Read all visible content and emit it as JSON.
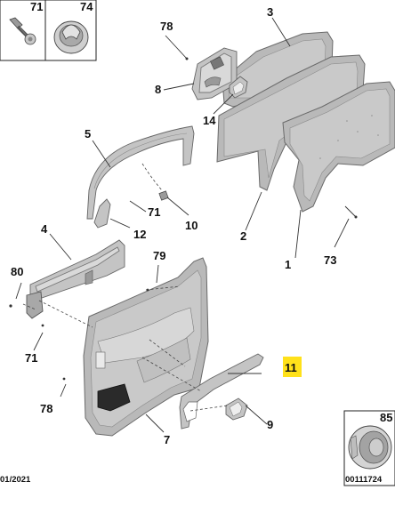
{
  "callouts": {
    "c71a": "71",
    "c74": "74",
    "c78a": "78",
    "c3": "3",
    "c8": "8",
    "c14": "14",
    "c5": "5",
    "c71b": "71",
    "c12": "12",
    "c10": "10",
    "c2": "2",
    "c1": "1",
    "c73": "73",
    "c4": "4",
    "c80": "80",
    "c79": "79",
    "c71c": "71",
    "c11": "11",
    "c78b": "78",
    "c9": "9",
    "c7": "7",
    "c85": "85"
  },
  "footer": {
    "left_date": "01/2021",
    "ref_code": "00111724"
  },
  "colors": {
    "highlight": "#ffe11a",
    "part_gray": "#b9b9b9",
    "line": "#333333"
  }
}
